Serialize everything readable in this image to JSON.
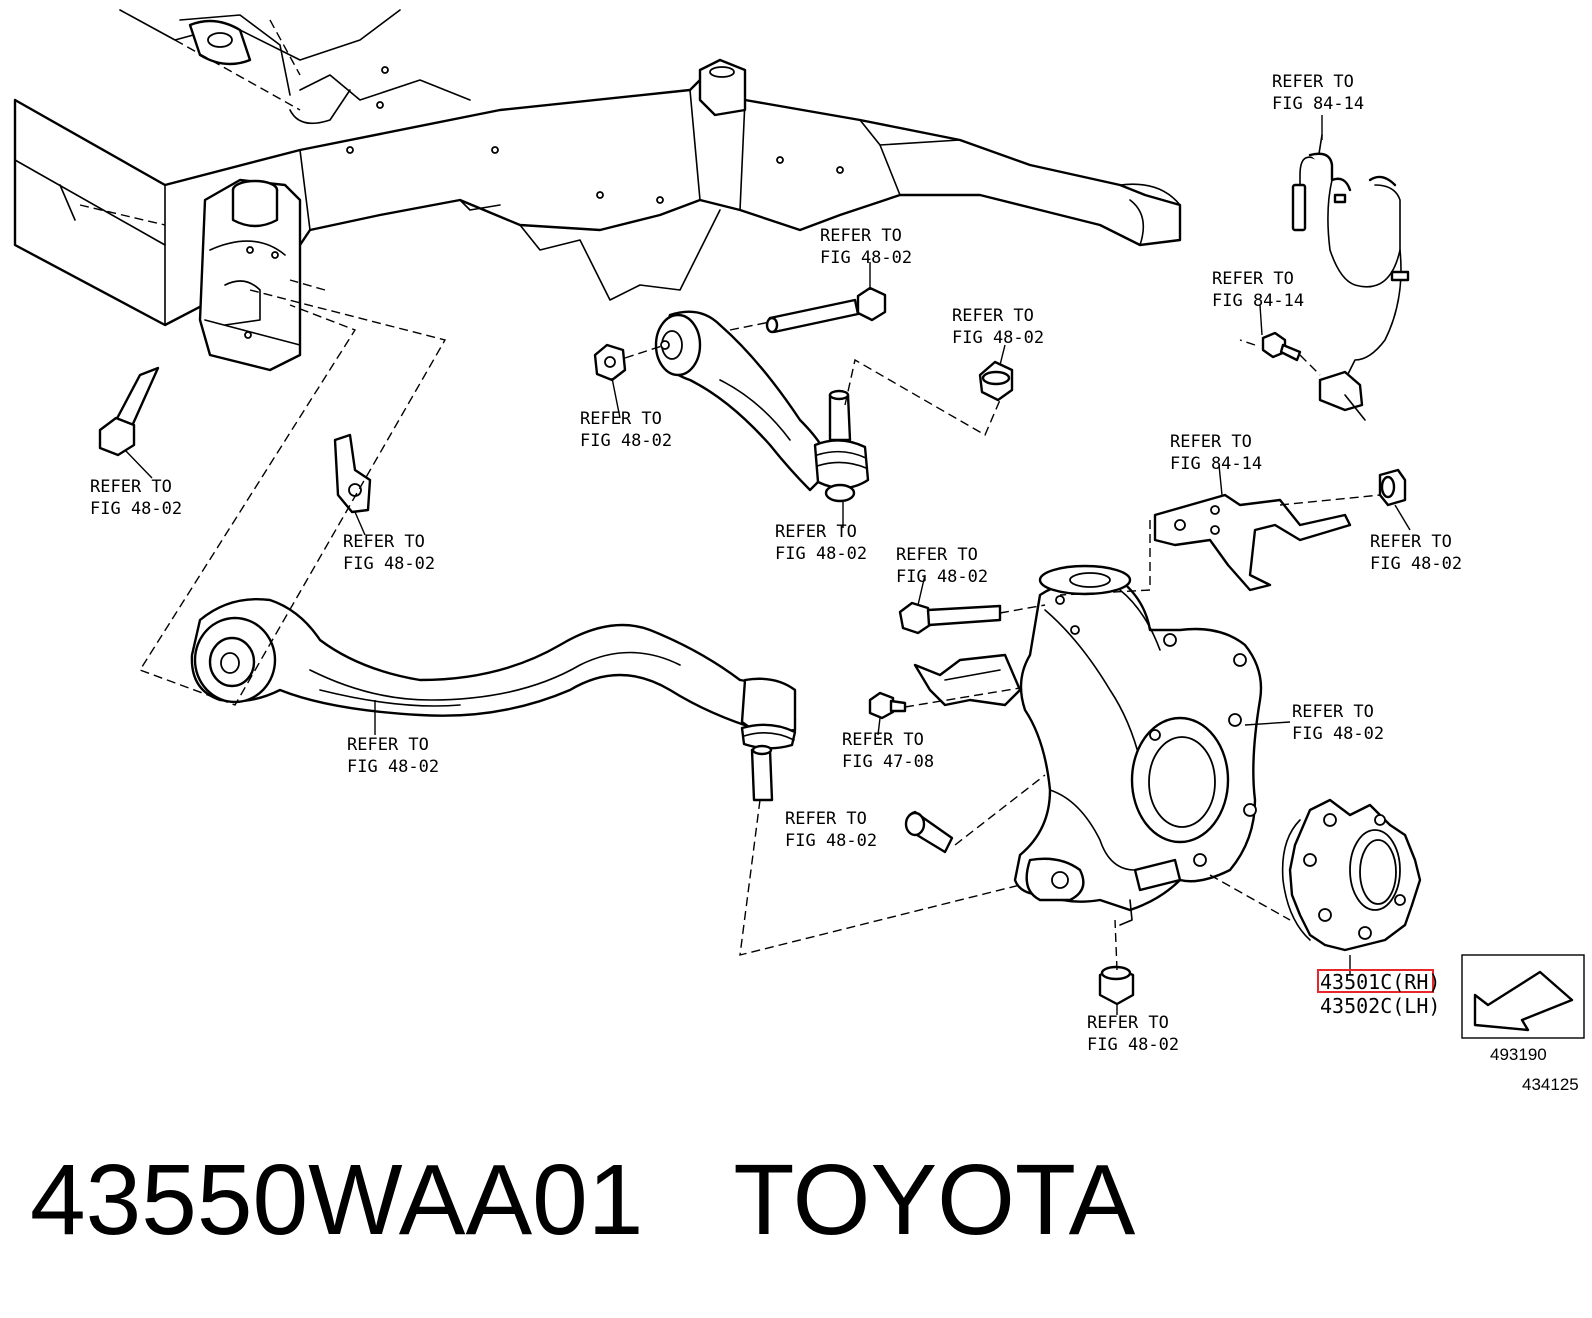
{
  "references": {
    "ref_1": [
      "REFER TO",
      "FIG 84-14"
    ],
    "ref_2": [
      "REFER TO",
      "FIG 48-02"
    ],
    "ref_3": [
      "REFER TO",
      "FIG 84-14"
    ],
    "ref_4": [
      "REFER TO",
      "FIG 48-02"
    ],
    "ref_5": [
      "REFER TO",
      "FIG 48-02"
    ],
    "ref_6": [
      "REFER TO",
      "FIG 48-02"
    ],
    "ref_7": [
      "REFER TO",
      "FIG 84-14"
    ],
    "ref_8": [
      "REFER TO",
      "FIG 48-02"
    ],
    "ref_9": [
      "REFER TO",
      "FIG 48-02"
    ],
    "ref_10": [
      "REFER TO",
      "FIG 48-02"
    ],
    "ref_11": [
      "REFER TO",
      "FIG 48-02"
    ],
    "ref_12": [
      "REFER TO",
      "FIG 48-02"
    ],
    "ref_13": [
      "REFER TO",
      "FIG 47-08"
    ],
    "ref_14": [
      "REFER TO",
      "FIG 48-02"
    ],
    "ref_15": [
      "REFER TO",
      "FIG 48-02"
    ],
    "ref_16": [
      "REFER TO",
      "FIG 48-02"
    ]
  },
  "part_codes": {
    "rh": "43501C(RH)",
    "lh": "43502C(LH)"
  },
  "highlight_color": "#e8262b",
  "inset_number": "493190",
  "diagram_number": "434125",
  "footer": {
    "part_number": "43550WAA01",
    "brand": "TOYOTA"
  },
  "icons": {
    "view_direction": "arrow-icon"
  }
}
